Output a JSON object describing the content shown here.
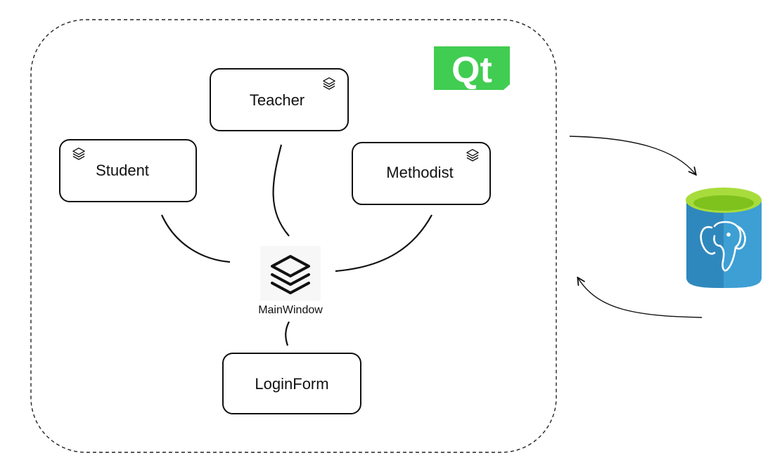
{
  "components": {
    "teacher": "Teacher",
    "student": "Student",
    "methodist": "Methodist",
    "main_window": "MainWindow",
    "login_form": "LoginForm"
  },
  "logos": {
    "qt": {
      "text": "Qt",
      "color": "#41cd52",
      "icon": "qt-logo"
    },
    "database": {
      "icon": "postgresql-elephant-icon",
      "cylinder_color": "#3d9fd3",
      "top_color": "#7fcf1f"
    }
  },
  "icons": {
    "stack": "layers-stack-icon"
  },
  "colors": {
    "line": "#111111",
    "boundary": "#222222"
  }
}
